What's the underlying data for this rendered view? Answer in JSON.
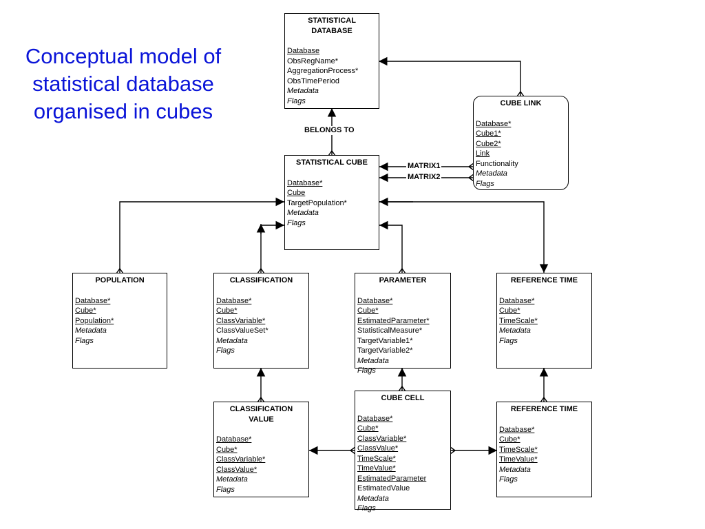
{
  "title": "Conceptual model of statistical database organised in cubes",
  "colors": {
    "title": "#0a14d8",
    "line": "#000000"
  },
  "relation_labels": {
    "belongs_to": "BELONGS TO",
    "matrix1": "MATRIX1",
    "matrix2": "MATRIX2"
  },
  "entities": {
    "statistical_database": {
      "header": "STATISTICAL\nDATABASE",
      "fields": [
        {
          "text": "Database",
          "style": "u"
        },
        {
          "text": "ObsRegName*"
        },
        {
          "text": "AggregationProcess*"
        },
        {
          "text": "ObsTimePeriod"
        },
        {
          "text": "Metadata",
          "style": "i"
        },
        {
          "text": "Flags",
          "style": "i"
        }
      ]
    },
    "cube_link": {
      "header": "CUBE LINK",
      "fields": [
        {
          "text": "Database*",
          "style": "u"
        },
        {
          "text": "Cube1*",
          "style": "u"
        },
        {
          "text": "Cube2*",
          "style": "u"
        },
        {
          "text": "Link",
          "style": "u"
        },
        {
          "text": "Functionality"
        },
        {
          "text": "Metadata",
          "style": "i"
        },
        {
          "text": "Flags",
          "style": "i"
        }
      ]
    },
    "statistical_cube": {
      "header": "STATISTICAL CUBE",
      "fields": [
        {
          "text": "Database*",
          "style": "u"
        },
        {
          "text": "Cube",
          "style": "u"
        },
        {
          "text": "TargetPopulation*"
        },
        {
          "text": "Metadata",
          "style": "i"
        },
        {
          "text": "Flags",
          "style": "i"
        }
      ]
    },
    "population": {
      "header": "POPULATION",
      "fields": [
        {
          "text": "Database*",
          "style": "u"
        },
        {
          "text": "Cube*",
          "style": "u"
        },
        {
          "text": "Population*",
          "style": "u"
        },
        {
          "text": "Metadata",
          "style": "i"
        },
        {
          "text": "Flags",
          "style": "i"
        }
      ]
    },
    "classification": {
      "header": "CLASSIFICATION",
      "fields": [
        {
          "text": "Database*",
          "style": "u"
        },
        {
          "text": "Cube*",
          "style": "u"
        },
        {
          "text": "ClassVariable*",
          "style": "u"
        },
        {
          "text": "ClassValueSet*"
        },
        {
          "text": "Metadata",
          "style": "i"
        },
        {
          "text": "Flags",
          "style": "i"
        }
      ]
    },
    "parameter": {
      "header": "PARAMETER",
      "fields": [
        {
          "text": "Database*",
          "style": "u"
        },
        {
          "text": "Cube*",
          "style": "u"
        },
        {
          "text": "EstimatedParameter*",
          "style": "u"
        },
        {
          "text": "StatisticalMeasure*"
        },
        {
          "text": "TargetVariable1*"
        },
        {
          "text": "TargetVariable2*"
        },
        {
          "text": "Metadata",
          "style": "i"
        },
        {
          "text": "Flags",
          "style": "i"
        }
      ]
    },
    "reference_time_1": {
      "header": "REFERENCE TIME",
      "fields": [
        {
          "text": "Database*",
          "style": "u"
        },
        {
          "text": "Cube*",
          "style": "u"
        },
        {
          "text": "TimeScale*",
          "style": "u"
        },
        {
          "text": "Metadata",
          "style": "i"
        },
        {
          "text": "Flags",
          "style": "i"
        }
      ]
    },
    "classification_value": {
      "header": "CLASSIFICATION\nVALUE",
      "fields": [
        {
          "text": "Database*",
          "style": "u"
        },
        {
          "text": "Cube*",
          "style": "u"
        },
        {
          "text": "ClassVariable*",
          "style": "u"
        },
        {
          "text": "ClassValue*",
          "style": "u"
        },
        {
          "text": "Metadata",
          "style": "i"
        },
        {
          "text": "Flags",
          "style": "i"
        }
      ]
    },
    "cube_cell": {
      "header": "CUBE CELL",
      "fields": [
        {
          "text": "Database*",
          "style": "u"
        },
        {
          "text": "Cube*",
          "style": "u"
        },
        {
          "text": "ClassVariable*",
          "style": "u"
        },
        {
          "text": "ClassValue*",
          "style": "u"
        },
        {
          "text": "TimeScale*",
          "style": "u"
        },
        {
          "text": "TimeValue*",
          "style": "u"
        },
        {
          "text": "EstimatedParameter",
          "style": "u"
        },
        {
          "text": "EstimatedValue"
        },
        {
          "text": "Metadata",
          "style": "i"
        },
        {
          "text": "Flags",
          "style": "i"
        }
      ]
    },
    "reference_time_2": {
      "header": "REFERENCE TIME",
      "fields": [
        {
          "text": "Database*",
          "style": "u"
        },
        {
          "text": "Cube*",
          "style": "u"
        },
        {
          "text": "TimeScale*",
          "style": "u"
        },
        {
          "text": "TimeValue*",
          "style": "u"
        },
        {
          "text": "Metadata",
          "style": "i"
        },
        {
          "text": "Flags",
          "style": "i"
        }
      ]
    }
  }
}
